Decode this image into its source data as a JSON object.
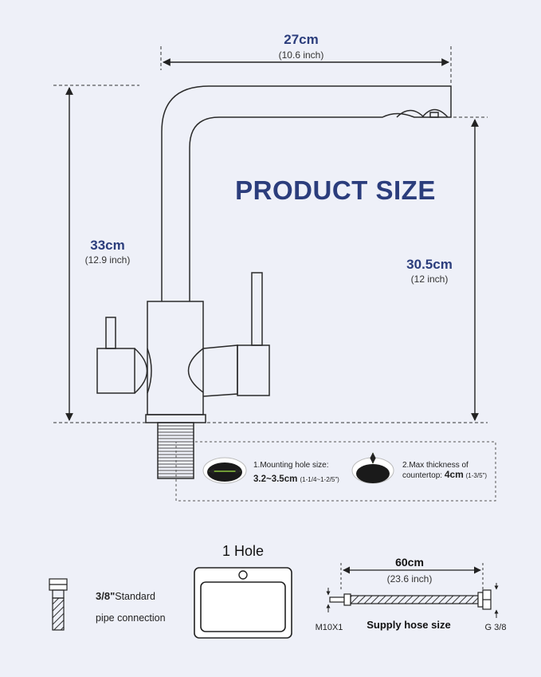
{
  "title": "PRODUCT SIZE",
  "dimensions": {
    "width": {
      "value": "27cm",
      "sub": "(10.6 inch)"
    },
    "height": {
      "value": "33cm",
      "sub": "(12.9 inch)"
    },
    "spout": {
      "value": "30.5cm",
      "sub": "(12 inch)"
    }
  },
  "mounting": {
    "hole_label": "1.Mounting hole size:",
    "hole_value": "3.2~3.5cm",
    "hole_sub": "(1-1/4~1-2/5\")",
    "thickness_label": "2.Max thickness of",
    "thickness_label2": "countertop:",
    "thickness_value": "4cm",
    "thickness_sub": "(1-3/5\")"
  },
  "hole": {
    "label": "1 Hole"
  },
  "pipe": {
    "size": "3/8\"",
    "text1": "Standard",
    "text2": "pipe connection"
  },
  "hose": {
    "length": "60cm",
    "length_sub": "(23.6 inch)",
    "left_thread": "M10X1",
    "right_thread": "G 3/8",
    "caption": "Supply hose size"
  },
  "colors": {
    "navy": "#2b3d7c",
    "line": "#222222",
    "background": "#eef0f8",
    "accent": "#8dc63f"
  }
}
